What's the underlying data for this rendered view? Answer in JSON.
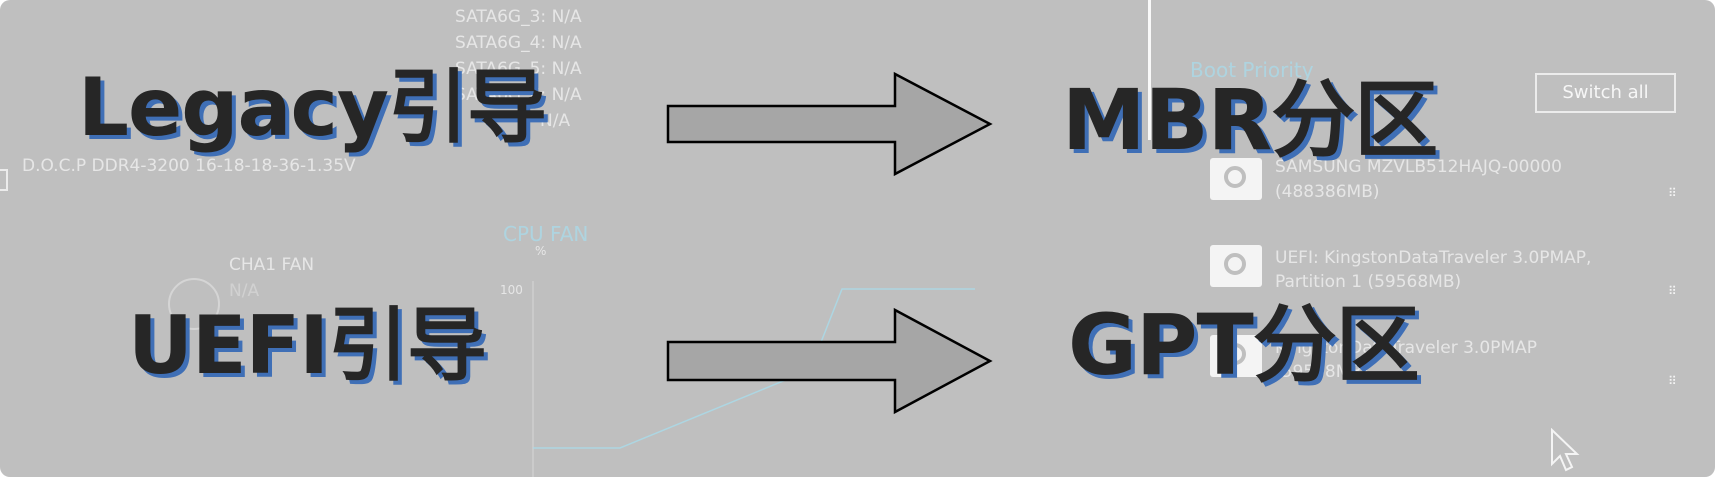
{
  "overlay": {
    "legacy_label": "Legacy引导",
    "uefi_label": "UEFI引导",
    "mbr_label": "MBR分区",
    "gpt_label": "GPT分区"
  },
  "background_ui": {
    "sata_ports": [
      {
        "label": "SATA6G_3:",
        "value": "N/A"
      },
      {
        "label": "SATA6G_4:",
        "value": "N/A"
      },
      {
        "label": "SATA6G_5:",
        "value": "N/A"
      },
      {
        "label": "SATA6G_6:",
        "value": "N/A"
      }
    ],
    "partial_value": "N/A",
    "docp": "D.O.C.P DDR4-3200 16-18-18-36-1.35V",
    "cha1_fan": {
      "label": "CHA1 FAN",
      "value": "N/A"
    },
    "cpu_fan": {
      "title": "CPU FAN",
      "unit": "%",
      "y_max": "100"
    },
    "boot_priority": {
      "title": "Boot Priority",
      "switch_all": "Switch all",
      "devices": [
        {
          "line1": "SAMSUNG MZVLB512HAJQ-00000",
          "line2": "(488386MB)"
        },
        {
          "line1": "UEFI: KingstonDataTraveler 3.0PMAP,",
          "line2": "Partition 1 (59568MB)"
        },
        {
          "line1": "KingstonDataTraveler 3.0PMAP",
          "line2": "(59568MB)"
        }
      ]
    }
  },
  "colors": {
    "background": "#bfbfbf",
    "overlay_text": "#262626",
    "overlay_shadow": "#3f6fb6",
    "arrow_fill": "#a6a6a6",
    "arrow_stroke": "#000000",
    "ui_text": "#f4f4f4",
    "ui_accent": "#a9dceb"
  }
}
